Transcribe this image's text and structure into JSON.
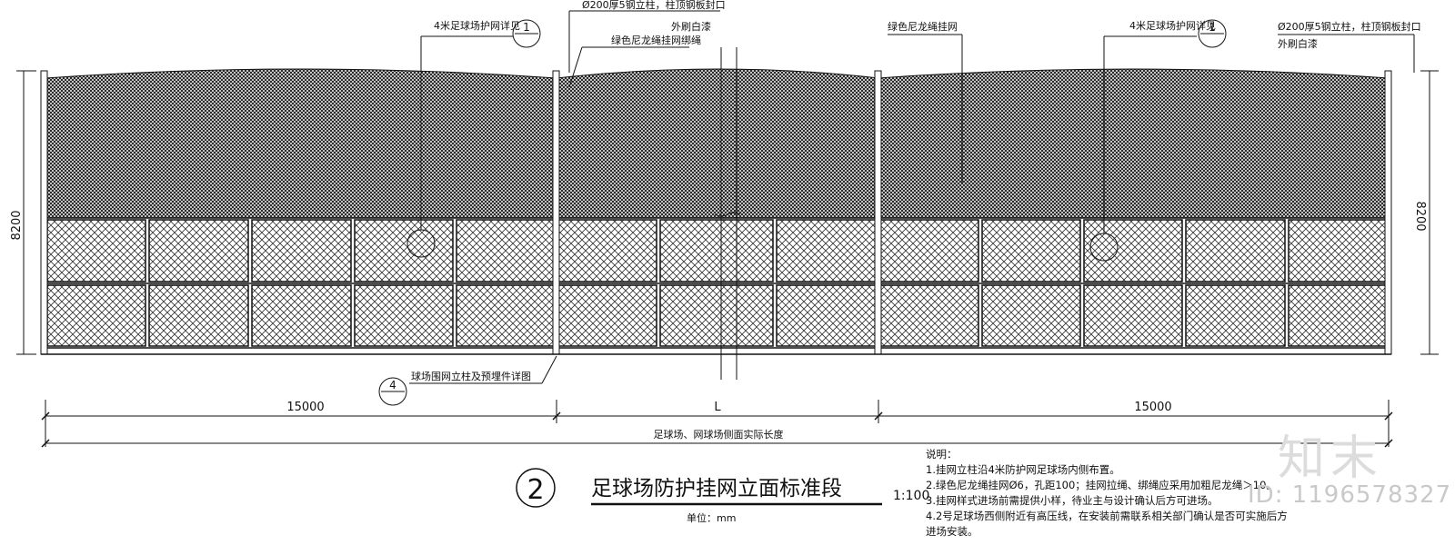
{
  "labels": {
    "net_detail_left": "4米足球场护网详见",
    "post_spec_left": "Ø200厚5钢立柱，柱顶钢板封口",
    "paint_left": "外刷白漆",
    "rope_label": "绿色尼龙绳挂网绑绳",
    "hanging_net": "绿色尼龙绳挂网",
    "net_detail_right": "4米足球场护网详见",
    "post_spec_right": "Ø200厚5钢立柱，柱顶钢板封口",
    "paint_right": "外刷白漆",
    "post_detail": "球场围网立柱及预埋件详图"
  },
  "callouts": {
    "detail_1": "1",
    "detail_4": "4",
    "view_no": "2"
  },
  "dimensions": {
    "height": "8200",
    "left_span": "15000",
    "middle_span": "L",
    "right_span": "15000",
    "total_note": "足球场、网球场侧面实际长度"
  },
  "title": {
    "text": "足球场防护挂网立面标准段",
    "scale": "1:100",
    "unit": "单位：mm"
  },
  "notes": {
    "heading": "说明：",
    "items": [
      "1.挂网立柱沿4米防护网足球场内侧布置。",
      "2.绿色尼龙绳挂网Ø6，孔距100；挂网拉绳、绑绳应采用加粗尼龙绳＞10。",
      "3.挂网样式进场前需提供小样，待业主与设计确认后方可进场。",
      "4.2号足球场西侧附近有高压线，在安装前需联系相关部门确认是否可实施后方",
      "进场安装。"
    ]
  },
  "watermark": {
    "logo": "知末",
    "id": "ID: 1196578327"
  }
}
